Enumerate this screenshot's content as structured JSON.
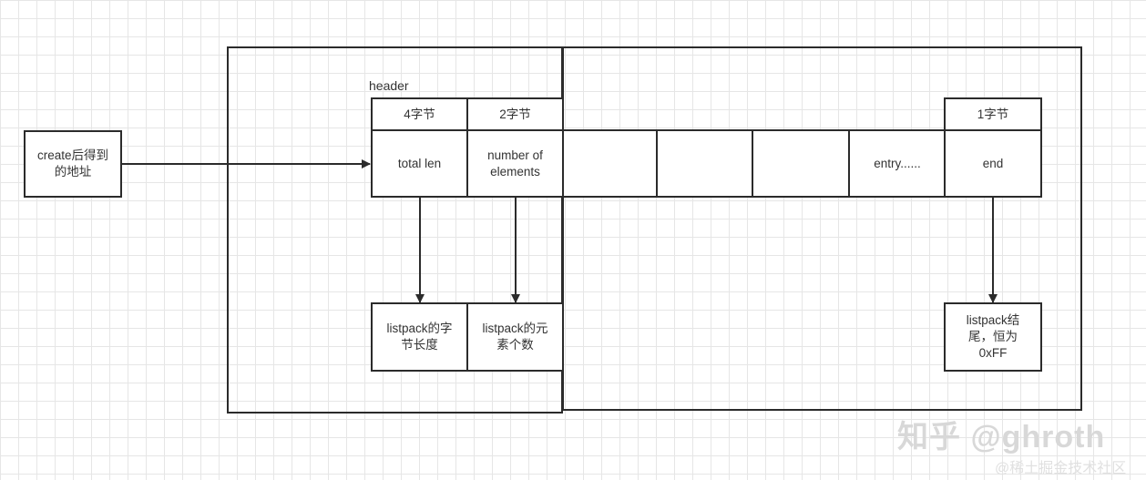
{
  "diagram": {
    "create_box": "create后得到\n的地址",
    "header_label": "header",
    "size_labels": {
      "total_len": "4字节",
      "num_elements": "2字节",
      "end": "1字节"
    },
    "cells": {
      "total_len": "total len",
      "num_elements": "number of\nelements",
      "entry": "entry......",
      "end": "end"
    },
    "notes": {
      "total_len": "listpack的字\n节长度",
      "num_elements": "listpack的元\n素个数",
      "end": "listpack结\n尾，恒为\n0xFF"
    }
  },
  "watermark": {
    "main": "知乎 @ghroth",
    "sub": "@稀土掘金技术社区"
  }
}
